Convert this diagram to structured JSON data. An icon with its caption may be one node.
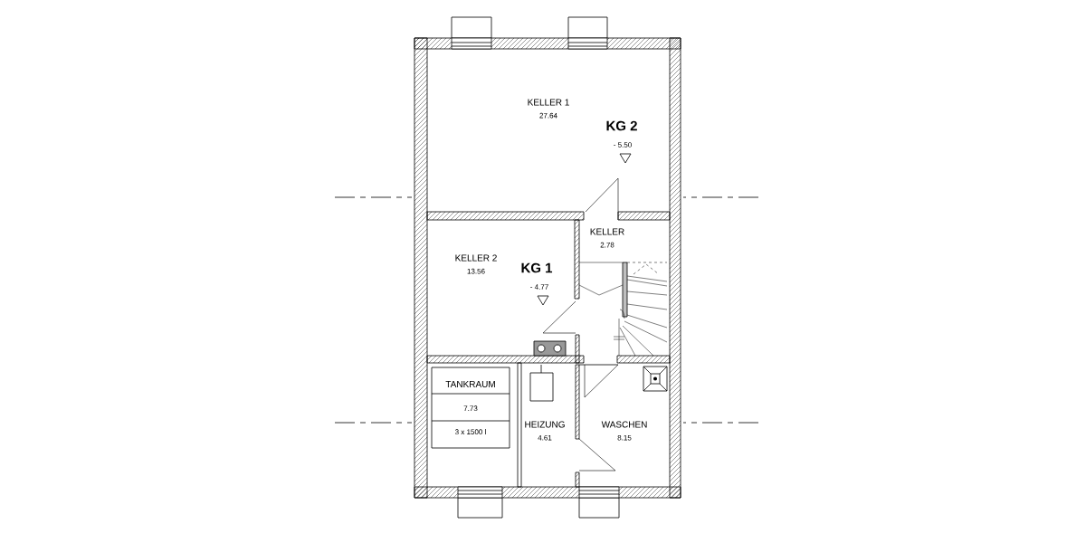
{
  "diagram": {
    "nodes": [
      {
        "text": [
          "KELLER 1",
          "27.64"
        ]
      },
      {
        "text": [
          "KELLER 2",
          "13.56"
        ]
      },
      {
        "text": [
          "KELLER",
          "2.78"
        ]
      },
      {
        "text": [
          "TANKRAUM",
          "7.73",
          "3 x 1500 l"
        ]
      },
      {
        "text": [
          "HEIZUNG",
          "4.61"
        ]
      },
      {
        "text": [
          "WASCHEN",
          "8.15"
        ]
      }
    ],
    "labels": [
      "KG 2",
      "- 5.50",
      "KG 1",
      "- 4.77"
    ]
  }
}
